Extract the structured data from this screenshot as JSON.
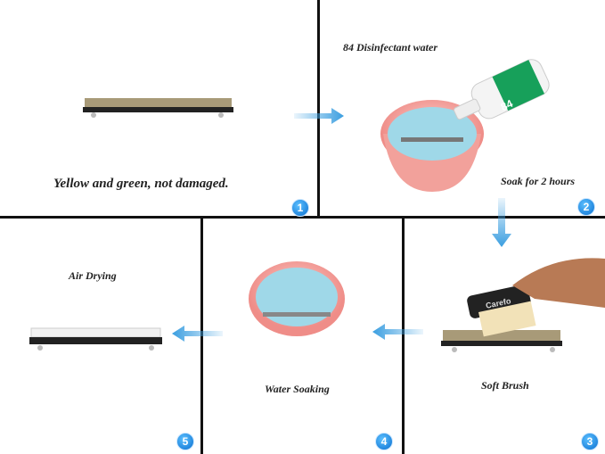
{
  "steps": [
    {
      "number": "1",
      "caption": "Yellow and green, not damaged."
    },
    {
      "number": "2",
      "caption_top": "84 Disinfectant water",
      "caption": "Soak for 2 hours",
      "bottle_label": "84"
    },
    {
      "number": "3",
      "caption": "Soft Brush",
      "brush_label": "Carefo"
    },
    {
      "number": "4",
      "caption": "Water Soaking"
    },
    {
      "number": "5",
      "caption": "Air Drying"
    }
  ],
  "colors": {
    "arrow": "#3a9ee0",
    "badge": "#1a80dd",
    "bowl": "#f4a5a0",
    "water": "#9fd8e8"
  }
}
